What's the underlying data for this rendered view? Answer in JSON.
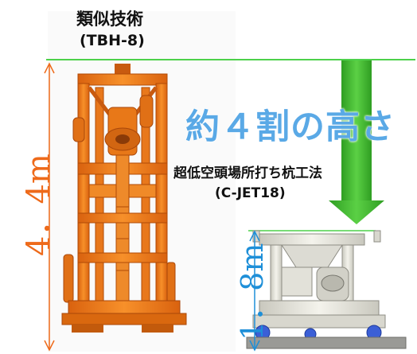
{
  "labels": {
    "similar_title": "類似技術",
    "similar_model": "(TBH-8)",
    "headline": "約４割の高さ",
    "method_title": "超低空頭場所打ち杭工法",
    "method_model": "(C-JET18)"
  },
  "dimensions": {
    "left_height": "4．4m",
    "right_height": "1．8m"
  },
  "colors": {
    "orange_machine": "#f07d1c",
    "white_machine": "#ecebe4",
    "arrow_green": "#3cb82e",
    "headline_blue": "#5aa9e6",
    "dim_orange": "#ee6a1a",
    "dim_blue": "#1e8fd8",
    "guide_line": "#4dd14a"
  }
}
